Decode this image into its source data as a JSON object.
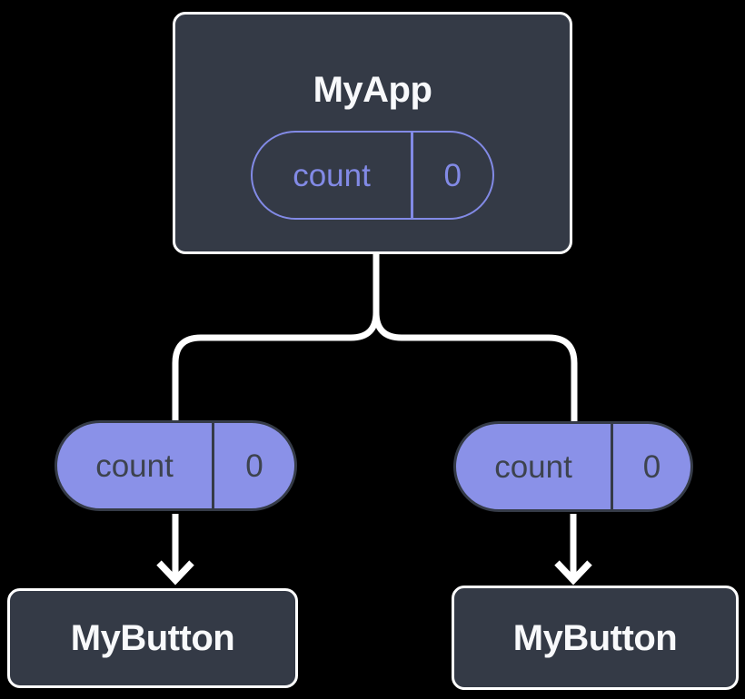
{
  "theme": {
    "background": "#000000",
    "node_fill": "#343a46",
    "node_border": "#ffffff",
    "node_text": "#f8f9fb",
    "pill_fill": "#8a91e8",
    "pill_outline": "#828ae6",
    "pill_dark_border": "#353b47",
    "pill_dark_text": "#3d434e",
    "connector": "#ffffff"
  },
  "tree": {
    "root": {
      "title": "MyApp",
      "state_pill": {
        "label": "count",
        "value": "0"
      }
    },
    "branches": [
      {
        "state_pill": {
          "label": "count",
          "value": "0"
        },
        "child": {
          "title": "MyButton"
        }
      },
      {
        "state_pill": {
          "label": "count",
          "value": "0"
        },
        "child": {
          "title": "MyButton"
        }
      }
    ]
  }
}
